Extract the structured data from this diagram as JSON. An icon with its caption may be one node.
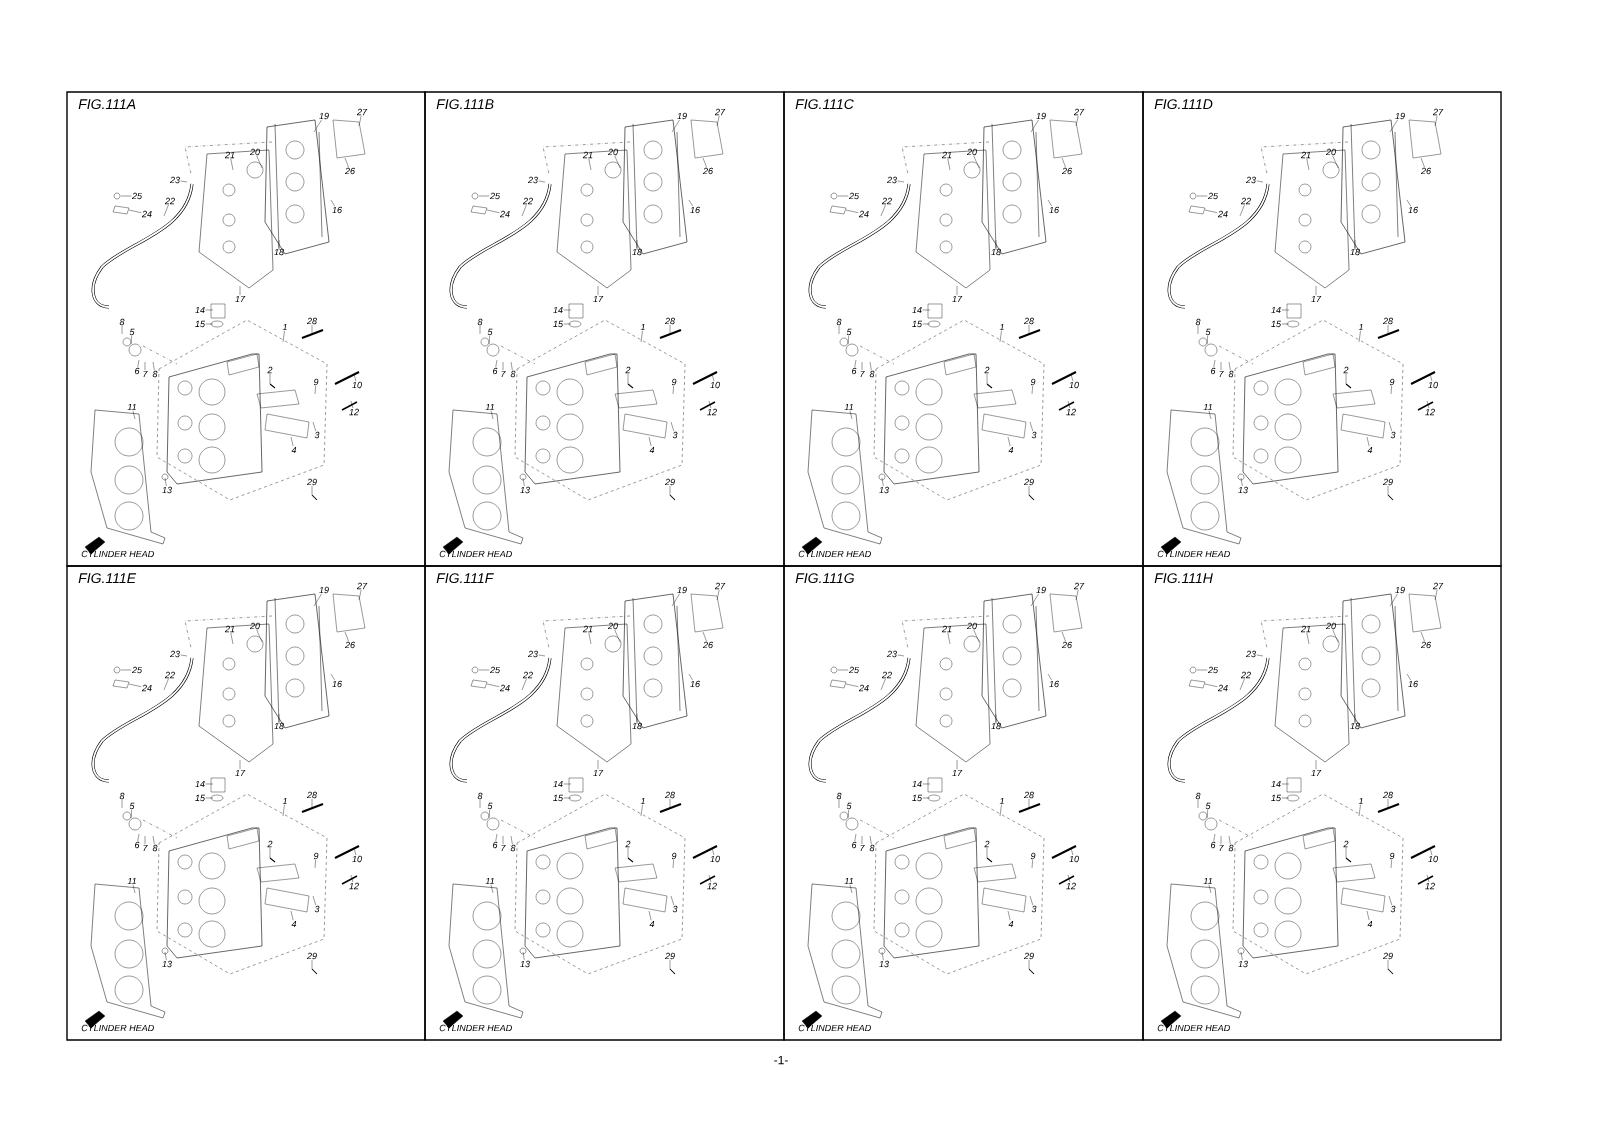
{
  "diagram": {
    "nodes": [
      {
        "text": [
          "FIG.111A",
          "CYLINDER HEAD"
        ]
      },
      {
        "text": [
          "FIG.111B",
          "CYLINDER HEAD"
        ]
      },
      {
        "text": [
          "FIG.111C",
          "CYLINDER HEAD"
        ]
      },
      {
        "text": [
          "FIG.111D",
          "CYLINDER HEAD"
        ]
      },
      {
        "text": [
          "FIG.111E",
          "CYLINDER HEAD"
        ]
      },
      {
        "text": [
          "FIG.111F",
          "CYLINDER HEAD"
        ]
      },
      {
        "text": [
          "FIG.111G",
          "CYLINDER HEAD"
        ]
      },
      {
        "text": [
          "FIG.111H",
          "CYLINDER HEAD"
        ]
      }
    ],
    "edges": [],
    "labels": [
      "27",
      "19",
      "20",
      "21",
      "26",
      "23",
      "25",
      "22",
      "24",
      "16",
      "18",
      "17",
      "14",
      "15",
      "28",
      "1",
      "8",
      "5",
      "6",
      "7",
      "8",
      "2",
      "9",
      "10",
      "12",
      "3",
      "4",
      "11",
      "13",
      "29",
      "27",
      "19",
      "20",
      "21",
      "26",
      "23",
      "25",
      "22",
      "24",
      "16",
      "18",
      "17",
      "14",
      "15",
      "28",
      "1",
      "8",
      "5",
      "6",
      "7",
      "8",
      "2",
      "9",
      "10",
      "12",
      "3",
      "4",
      "11",
      "13",
      "29",
      "27",
      "19",
      "20",
      "21",
      "26",
      "23",
      "25",
      "22",
      "24",
      "16",
      "18",
      "17",
      "14",
      "15",
      "28",
      "1",
      "8",
      "5",
      "6",
      "7",
      "8",
      "2",
      "9",
      "10",
      "12",
      "3",
      "4",
      "11",
      "13",
      "29",
      "27",
      "19",
      "20",
      "21",
      "26",
      "23",
      "25",
      "22",
      "24",
      "16",
      "18",
      "17",
      "14",
      "15",
      "28",
      "1",
      "8",
      "5",
      "6",
      "7",
      "8",
      "2",
      "9",
      "10",
      "12",
      "3",
      "4",
      "11",
      "13",
      "29",
      "27",
      "19",
      "20",
      "21",
      "26",
      "23",
      "25",
      "22",
      "24",
      "16",
      "18",
      "17",
      "14",
      "15",
      "28",
      "1",
      "8",
      "5",
      "6",
      "7",
      "8",
      "2",
      "9",
      "10",
      "12",
      "3",
      "4",
      "11",
      "13",
      "29",
      "27",
      "19",
      "20",
      "21",
      "26",
      "23",
      "25",
      "22",
      "24",
      "16",
      "18",
      "17",
      "14",
      "15",
      "28",
      "1",
      "8",
      "5",
      "6",
      "7",
      "8",
      "2",
      "9",
      "10",
      "12",
      "3",
      "4",
      "11",
      "13",
      "29",
      "27",
      "19",
      "20",
      "21",
      "26",
      "23",
      "25",
      "22",
      "24",
      "16",
      "18",
      "17",
      "14",
      "15",
      "28",
      "1",
      "8",
      "5",
      "6",
      "7",
      "8",
      "2",
      "9",
      "10",
      "12",
      "3",
      "4",
      "11",
      "13",
      "29",
      "27",
      "19",
      "20",
      "21",
      "26",
      "23",
      "25",
      "22",
      "24",
      "16",
      "18",
      "17",
      "14",
      "15",
      "28",
      "1",
      "8",
      "5",
      "6",
      "7",
      "8",
      "2",
      "9",
      "10",
      "12",
      "3",
      "4",
      "11",
      "13",
      "29",
      "-1-"
    ]
  }
}
